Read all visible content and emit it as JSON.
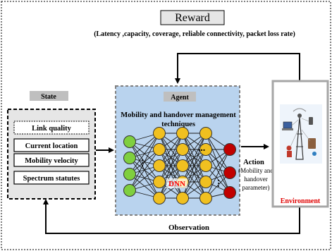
{
  "reward": {
    "title": "Reward",
    "metrics": "(Latency ,capacity, coverage, reliable connectivity, packet loss rate)"
  },
  "state": {
    "title": "State",
    "items": [
      "Link quality",
      "Current location",
      "Mobility velocity",
      "Spectrum statutes"
    ]
  },
  "agent": {
    "title": "Agent",
    "subtitle_line1": "Mobility and handover management",
    "subtitle_line2": "techniques",
    "dnn_label": "DNN",
    "ellipsis": "..."
  },
  "action": {
    "title": "Action",
    "line1": "(Mobility and",
    "line2": "handover",
    "line3": "parameter)"
  },
  "environment": {
    "title": "Environment"
  },
  "observation": {
    "label": "Observation"
  },
  "colors": {
    "agent_fill": "#b9d3ee",
    "agent_border": "#808080",
    "state_header": "#bfbfbf",
    "node_green": "#7fcf3f",
    "node_yellow": "#f0c020",
    "node_red": "#c00000",
    "environment_text": "#e00000",
    "dnn_text": "#ff0000"
  }
}
